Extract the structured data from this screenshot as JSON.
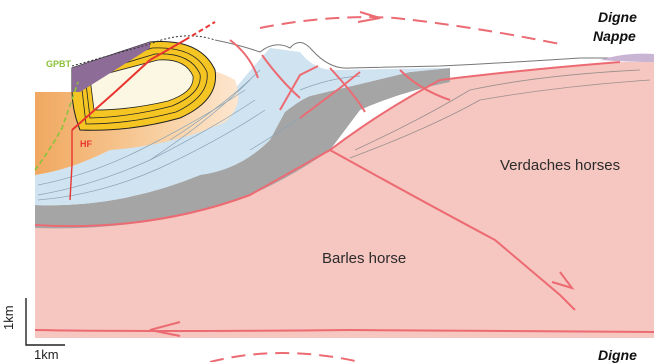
{
  "labels": {
    "digne_nappe_top_1": "Digne",
    "digne_nappe_top_2": "Nappe",
    "digne_nappe_bottom": "Digne",
    "verdaches": "Verdaches horses",
    "barles": "Barles horse",
    "gpbt": "GPBT",
    "hf": "HF",
    "scale_vertical": "1km",
    "scale_horizontal": "1km"
  },
  "colors": {
    "pink_basement": "#f6c6c0",
    "light_blue": "#cfe3f1",
    "grey_unit": "#a5a5a5",
    "orange": "#f0a860",
    "yellow": "#f5c623",
    "cream": "#fbf7e2",
    "purple": "#8d6d97",
    "thrust_red": "#ec6b73",
    "fault_green": "#8bc33a",
    "fault_red": "#e8352f"
  }
}
